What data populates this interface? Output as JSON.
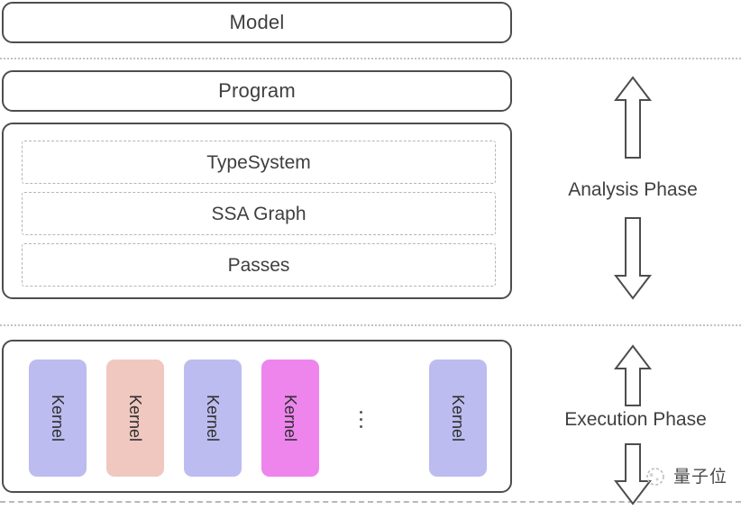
{
  "diagram": {
    "title": "Model / Program compiler stack with Analysis and Execution phases",
    "layers": [
      {
        "id": "model",
        "label": "Model"
      },
      {
        "id": "program",
        "label": "Program"
      }
    ],
    "component_box": {
      "id": "components",
      "items": [
        {
          "id": "typesystem",
          "label": "TypeSystem"
        },
        {
          "id": "ssa-graph",
          "label": "SSA Graph"
        },
        {
          "id": "passes",
          "label": "Passes"
        }
      ]
    },
    "runtime_box": {
      "id": "kernels",
      "ellipsis": "⋮",
      "kernels": [
        {
          "label": "Kernel",
          "color": "#bcbcf0"
        },
        {
          "label": "Kernel",
          "color": "#f0c8c0"
        },
        {
          "label": "Kernel",
          "color": "#bcbcf0"
        },
        {
          "label": "Kernel",
          "color": "#ed85ed"
        },
        {
          "label": "Kernel",
          "color": "#bcbcf0"
        }
      ]
    },
    "phases": [
      {
        "id": "analysis",
        "label": "Analysis Phase",
        "arrow_up": "arrow-up",
        "arrow_down": "arrow-down"
      },
      {
        "id": "execution",
        "label": "Execution Phase",
        "arrow_up": "arrow-up",
        "arrow_down": "arrow-down"
      }
    ],
    "watermark": {
      "text": "量子位"
    },
    "colors": {
      "box_border": "#4d4d4d",
      "subbox_border": "#b5b5b5",
      "divider": "#c2c2c2",
      "text": "#3f3f3f",
      "kernel_blue": "#bcbcf0",
      "kernel_salmon": "#f0c8c0",
      "kernel_magenta": "#ed85ed"
    }
  }
}
